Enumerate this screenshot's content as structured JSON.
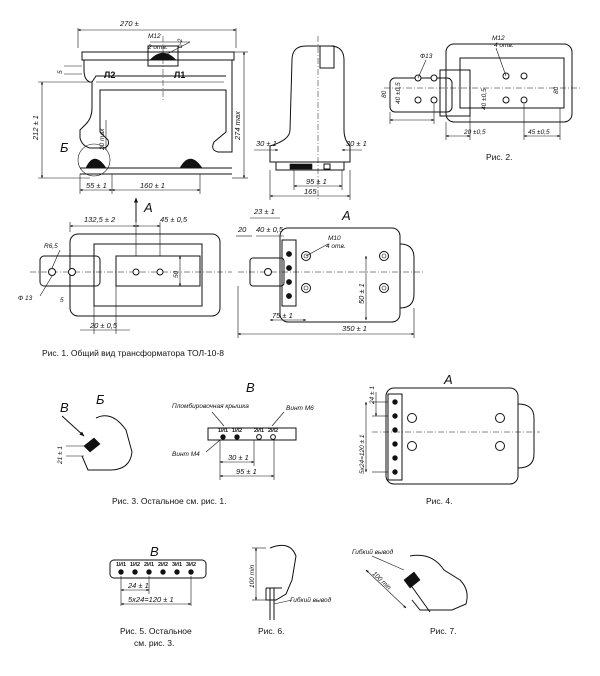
{
  "fig1": {
    "caption": "Рис. 1. Общий вид трансформатора ТОЛ-10-8",
    "dim_270": "270 ±",
    "thread": "M12",
    "holes": "2 отв.",
    "dim_b2": "b-2",
    "dim_5": "5",
    "term_l2": "Л2",
    "term_l1": "Л1",
    "dim_212": "212 ± 1",
    "dim_274": "274 max",
    "dim_20max": "20 max",
    "mark_b": "Б",
    "dim_55": "55 ± 1",
    "dim_160": "160 ± 1",
    "arrow_a": "А",
    "side_30_left": "30 ± 1",
    "side_30_right": "30 ± 1",
    "side_95": "95 ± 1",
    "side_165": "165",
    "plan_1325": "132,5 ± 2",
    "plan_45": "45 ± 0,5",
    "plan_r65": "R6,5",
    "plan_phi13": "Ф 13",
    "plan_5": "5",
    "plan_50": "50",
    "plan_20": "20 ± 0,5",
    "view_a": "А",
    "a_23": "23 ± 1",
    "a_20": "20",
    "a_40": "40 ± 0,5",
    "a_m10": "M10",
    "a_holes": "4 отв.",
    "a_50": "50 ± 1",
    "a_75": "75 ± 1",
    "a_350": "350 ± 1"
  },
  "fig2": {
    "caption": "Рис. 2.",
    "phi13": "Ф13",
    "m12": "M12",
    "holes": "4 отв.",
    "d80_left": "80",
    "d40a": "40 ±0,5",
    "d40b": "40 ±0,5",
    "d20": "20 ±0,5",
    "d45": "45 ±0,5",
    "d80_right": "80"
  },
  "fig3": {
    "caption": "Рис. 3. Остальное см. рис. 1.",
    "view_v": "В",
    "mark_b": "Б",
    "dim_21": "21 ± 1"
  },
  "viewV": {
    "label": "В",
    "seal": "Пломбировочная крышка",
    "screw_m6": "Винт М6",
    "screw_m4": "Винт М4",
    "terms": [
      "1И1",
      "1И2",
      "2И1",
      "2И2"
    ],
    "dim_30": "30 ± 1",
    "dim_95": "95 ± 1"
  },
  "fig4": {
    "caption": "Рис. 4.",
    "label": "А",
    "dim_24": "24 ± 1",
    "dim_5x24": "5х24=120 ± 1"
  },
  "fig5": {
    "label": "В",
    "terms": [
      "1И1",
      "1И2",
      "2И1",
      "2И2",
      "3И1",
      "3И2"
    ],
    "dim_24": "24 ± 1",
    "dim_5x24": "5х24=120 ± 1",
    "caption_1": "Рис. 5. Остальное",
    "caption_2": "см. рис. 3."
  },
  "fig6": {
    "caption": "Рис. 6.",
    "dim_100": "100 min",
    "lead": "Гибкий вывод"
  },
  "fig7": {
    "caption": "Рис. 7.",
    "lead": "Гибкий вывод",
    "dim_100": "100 min"
  }
}
